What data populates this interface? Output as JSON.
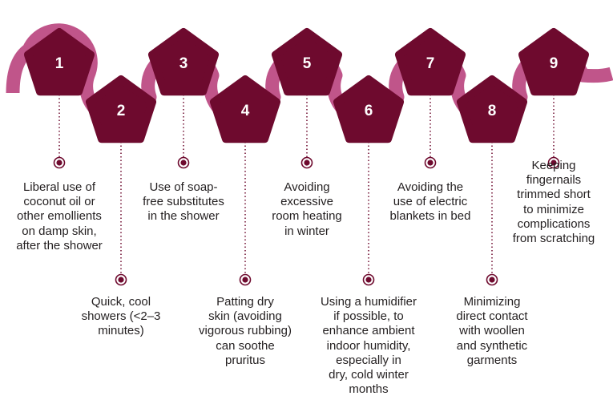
{
  "colors": {
    "band": "#c0558a",
    "pentagon": "#6e0a2e",
    "dot": "#6e0a2e",
    "connector": "#6e0a2e",
    "text": "#231f20"
  },
  "steps": [
    {
      "number": "1",
      "text": "Liberal use of\ncoconut oil or\nother emollients\non damp skin,\nafter the shower"
    },
    {
      "number": "2",
      "text": "Quick, cool\nshowers (<2–3\nminutes)"
    },
    {
      "number": "3",
      "text": "Use of soap-\nfree substitutes\nin the shower"
    },
    {
      "number": "4",
      "text": "Patting dry\nskin (avoiding\nvigorous rubbing)\ncan soothe\npruritus"
    },
    {
      "number": "5",
      "text": "Avoiding\nexcessive\nroom heating\nin winter"
    },
    {
      "number": "6",
      "text": "Using a humidifier\nif possible, to\nenhance ambient\nindoor humidity,\nespecially in\ndry, cold winter\nmonths"
    },
    {
      "number": "7",
      "text": "Avoiding the\nuse of electric\nblankets in bed"
    },
    {
      "number": "8",
      "text": "Minimizing\ndirect contact\nwith woollen\nand synthetic\ngarments"
    },
    {
      "number": "9",
      "text": "Keeping\nfingernails\ntrimmed short\nto minimize\ncomplications\nfrom scratching"
    }
  ]
}
